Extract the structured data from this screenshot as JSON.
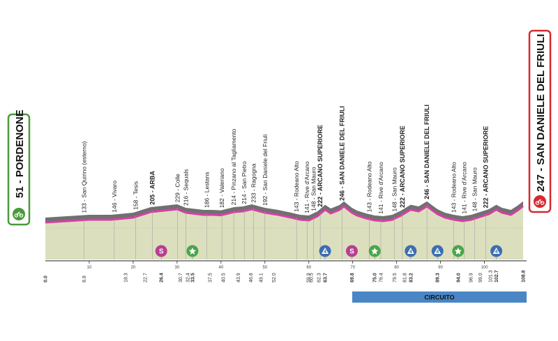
{
  "start": {
    "label": "51 - PORDENONE",
    "color": "#4a9a3a"
  },
  "finish": {
    "label": "247 - SAN DANIELE DEL FRIULI",
    "color": "#d8282f"
  },
  "circuit": {
    "label": "CIRCUITO",
    "color": "#4a86c5"
  },
  "colors": {
    "route": "#d63fa6",
    "mountain_top": "#707070",
    "ground": "#dcdfbe",
    "sprint": "#b63f91",
    "intermediate": "#48a64a",
    "kom": "#3c6eb0"
  },
  "towns": [
    {
      "text": "133 - San Quirino (esterno)",
      "km": 8.8,
      "bold": false
    },
    {
      "text": "146 - Vivaro",
      "km": 15.7,
      "bold": false
    },
    {
      "text": "158 - Tesis",
      "km": 20.6,
      "bold": false
    },
    {
      "text": "205 - ARBA",
      "km": 24.4,
      "bold": true
    },
    {
      "text": "229 - Colle",
      "km": 30.1,
      "bold": false
    },
    {
      "text": "216 - Sequals",
      "km": 32.0,
      "bold": false
    },
    {
      "text": "186 - Lestans",
      "km": 36.8,
      "bold": false
    },
    {
      "text": "182 - Valeriano",
      "km": 40.2,
      "bold": false
    },
    {
      "text": "214 - Pinzano al Tagliamento",
      "km": 42.9,
      "bold": false
    },
    {
      "text": "214 - San Pietro",
      "km": 45.3,
      "bold": false
    },
    {
      "text": "233 - Ragogna",
      "km": 47.4,
      "bold": false
    },
    {
      "text": "192 - San Daniele del Friuli",
      "km": 50.0,
      "bold": false
    },
    {
      "text": "143 - Rodeano Alto",
      "km": 57.2,
      "bold": false
    },
    {
      "text": "141 - Rive d'Arcano",
      "km": 59.6,
      "bold": false
    },
    {
      "text": "148 - San Mauro",
      "km": 61.1,
      "bold": false
    },
    {
      "text": "222 - ARCANO SUPERIORE",
      "km": 62.6,
      "bold": true
    },
    {
      "text": "246 - SAN DANIELE DEL FRIULI",
      "km": 67.6,
      "bold": true
    },
    {
      "text": "143 - Rodeano Alto",
      "km": 73.8,
      "bold": false
    },
    {
      "text": "141 - Rive d'Arcano",
      "km": 76.4,
      "bold": false
    },
    {
      "text": "148 - San Mauro",
      "km": 79.5,
      "bold": false
    },
    {
      "text": "222 - ARCANO SUPERIORE",
      "km": 81.3,
      "bold": true
    },
    {
      "text": "246 - SAN DANIELE DEL FRIULI",
      "km": 86.9,
      "bold": true
    },
    {
      "text": "143 - Rodeano Alto",
      "km": 93.0,
      "bold": false
    },
    {
      "text": "141 - Rive d'Arcano",
      "km": 95.4,
      "bold": false
    },
    {
      "text": "148 - San Mauro",
      "km": 97.8,
      "bold": false
    },
    {
      "text": "222 - ARCANO SUPERIORE",
      "km": 100.3,
      "bold": true
    }
  ],
  "km_labels": [
    {
      "text": "0.0",
      "km": 0.0,
      "bold": true
    },
    {
      "text": "8.8",
      "km": 8.8,
      "bold": false
    },
    {
      "text": "18.3",
      "km": 18.3,
      "bold": false
    },
    {
      "text": "22.7",
      "km": 22.7,
      "bold": false
    },
    {
      "text": "26.4",
      "km": 26.4,
      "bold": true
    },
    {
      "text": "30.7",
      "km": 30.7,
      "bold": false
    },
    {
      "text": "32.4",
      "km": 32.4,
      "bold": false
    },
    {
      "text": "33.5",
      "km": 33.5,
      "bold": true
    },
    {
      "text": "37.5",
      "km": 37.5,
      "bold": false
    },
    {
      "text": "40.5",
      "km": 40.5,
      "bold": false
    },
    {
      "text": "43.9",
      "km": 43.9,
      "bold": false
    },
    {
      "text": "46.8",
      "km": 46.8,
      "bold": false
    },
    {
      "text": "49.1",
      "km": 49.1,
      "bold": false
    },
    {
      "text": "52.0",
      "km": 52.0,
      "bold": false
    },
    {
      "text": "59.9",
      "km": 59.9,
      "bold": false
    },
    {
      "text": "60.5",
      "km": 60.5,
      "bold": false
    },
    {
      "text": "62.3",
      "km": 62.3,
      "bold": false
    },
    {
      "text": "63.7",
      "km": 63.7,
      "bold": true
    },
    {
      "text": "69.8",
      "km": 69.8,
      "bold": true
    },
    {
      "text": "75.0",
      "km": 75.0,
      "bold": true
    },
    {
      "text": "76.4",
      "km": 76.4,
      "bold": false
    },
    {
      "text": "79.5",
      "km": 79.5,
      "bold": false
    },
    {
      "text": "81.8",
      "km": 81.8,
      "bold": false
    },
    {
      "text": "83.2",
      "km": 83.2,
      "bold": true
    },
    {
      "text": "89.3",
      "km": 89.3,
      "bold": true
    },
    {
      "text": "94.0",
      "km": 94.0,
      "bold": true
    },
    {
      "text": "96.9",
      "km": 96.9,
      "bold": false
    },
    {
      "text": "99.0",
      "km": 99.0,
      "bold": false
    },
    {
      "text": "101.3",
      "km": 101.3,
      "bold": false
    },
    {
      "text": "102.7",
      "km": 102.7,
      "bold": true
    },
    {
      "text": "108.8",
      "km": 108.8,
      "bold": true
    }
  ],
  "ticks": [
    {
      "text": "10",
      "km": 10
    },
    {
      "text": "20",
      "km": 20
    },
    {
      "text": "30",
      "km": 30
    },
    {
      "text": "40",
      "km": 40
    },
    {
      "text": "50",
      "km": 50
    },
    {
      "text": "60",
      "km": 60
    },
    {
      "text": "70",
      "km": 70
    },
    {
      "text": "80",
      "km": 80
    },
    {
      "text": "90",
      "km": 90
    },
    {
      "text": "100",
      "km": 100
    }
  ],
  "markers": [
    {
      "type": "sprint",
      "km": 26.4,
      "label": "S"
    },
    {
      "type": "intermediate",
      "km": 33.5,
      "label": ""
    },
    {
      "type": "kom",
      "km": 63.7,
      "label": "4"
    },
    {
      "type": "sprint",
      "km": 69.8,
      "label": "S"
    },
    {
      "type": "intermediate",
      "km": 75.0,
      "label": ""
    },
    {
      "type": "kom",
      "km": 83.2,
      "label": "4"
    },
    {
      "type": "kom",
      "km": 89.3,
      "label": "4"
    },
    {
      "type": "intermediate",
      "km": 94.0,
      "label": ""
    },
    {
      "type": "kom",
      "km": 102.7,
      "label": "4"
    }
  ],
  "circuit_range": {
    "from_km": 69.8,
    "to_km": 108.8
  },
  "profile": [
    [
      0,
      130
    ],
    [
      5,
      140
    ],
    [
      10,
      150
    ],
    [
      15,
      150
    ],
    [
      20,
      165
    ],
    [
      24,
      205
    ],
    [
      27,
      215
    ],
    [
      30,
      225
    ],
    [
      32,
      200
    ],
    [
      36,
      185
    ],
    [
      38,
      185
    ],
    [
      40,
      182
    ],
    [
      43,
      205
    ],
    [
      45,
      210
    ],
    [
      47,
      225
    ],
    [
      50,
      200
    ],
    [
      53,
      185
    ],
    [
      56,
      165
    ],
    [
      58,
      150
    ],
    [
      60,
      145
    ],
    [
      62,
      175
    ],
    [
      63.7,
      222
    ],
    [
      65,
      195
    ],
    [
      67,
      220
    ],
    [
      68,
      246
    ],
    [
      69.8,
      200
    ],
    [
      71,
      180
    ],
    [
      73,
      160
    ],
    [
      75,
      145
    ],
    [
      77,
      140
    ],
    [
      79,
      150
    ],
    [
      81,
      180
    ],
    [
      83.2,
      222
    ],
    [
      85,
      210
    ],
    [
      86.9,
      246
    ],
    [
      88,
      220
    ],
    [
      89.3,
      190
    ],
    [
      91,
      165
    ],
    [
      93,
      150
    ],
    [
      95,
      140
    ],
    [
      97,
      150
    ],
    [
      99,
      170
    ],
    [
      101,
      190
    ],
    [
      102.7,
      222
    ],
    [
      104,
      200
    ],
    [
      106,
      185
    ],
    [
      107.5,
      215
    ],
    [
      108.8,
      247
    ]
  ]
}
